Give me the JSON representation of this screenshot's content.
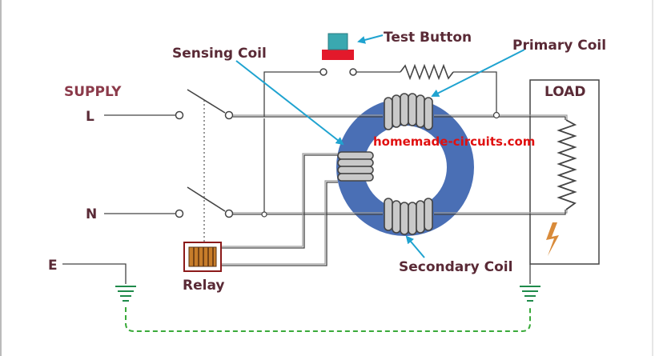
{
  "labels": {
    "supply": "SUPPLY",
    "live": "L",
    "neutral": "N",
    "earth": "E",
    "load": "LOAD",
    "test_button": "Test Button",
    "primary_coil": "Primary Coil",
    "sensing_coil": "Sensing Coil",
    "secondary_coil": "Secondary Coil",
    "relay": "Relay",
    "watermark": "homemade-circuits.com"
  },
  "colors": {
    "label_text": "#5a2a36",
    "arrow": "#1fa3d0",
    "toroid": "#4a6fb5",
    "watermark": "#e01010",
    "button_top": "#3aa8b0",
    "button_base": "#e3192b",
    "earth_link": "#3aaa3a",
    "fault_bolt": "#d98b3a"
  }
}
